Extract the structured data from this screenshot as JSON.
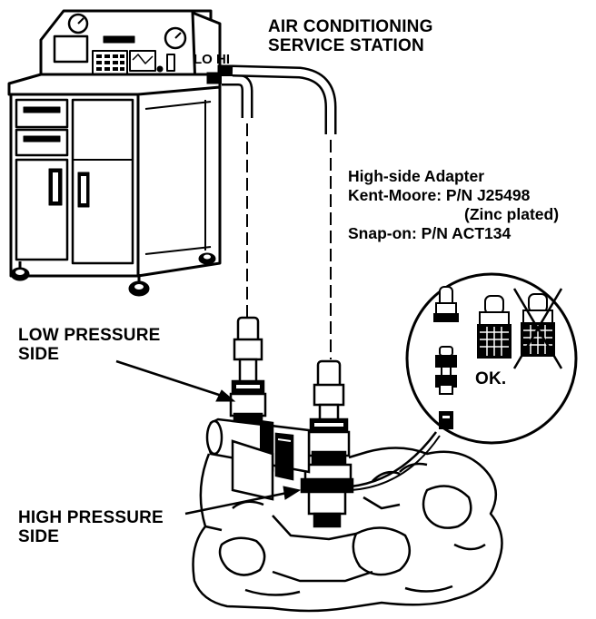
{
  "station_label": {
    "line1": "AIR CONDITIONING",
    "line2": "SERVICE STATION"
  },
  "gauge_marks": {
    "lo": "LO",
    "hi": "HI"
  },
  "adapter_label": {
    "line1": "High-side Adapter",
    "line2": "Kent-Moore: P/N J25498",
    "line3": "(Zinc plated)",
    "line4": "Snap-on: P/N ACT134"
  },
  "low_pressure_label": {
    "line1": "LOW PRESSURE",
    "line2": "SIDE"
  },
  "high_pressure_label": {
    "line1": "HIGH PRESSURE",
    "line2": "SIDE"
  },
  "inset_ok_label": "OK.",
  "colors": {
    "ink": "#000000",
    "paper": "#ffffff"
  }
}
